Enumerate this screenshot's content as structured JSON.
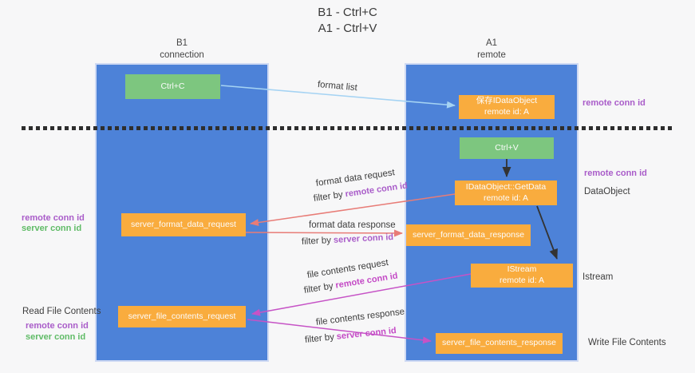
{
  "title": {
    "line1": "B1 - Ctrl+C",
    "line2": "A1 - Ctrl+V"
  },
  "lanes": {
    "left": {
      "name": "B1",
      "subtitle": "connection"
    },
    "right": {
      "name": "A1",
      "subtitle": "remote"
    }
  },
  "nodes": {
    "ctrl_c": {
      "label": "Ctrl+C"
    },
    "ctrl_v": {
      "label": "Ctrl+V"
    },
    "save_idataobject": {
      "line1": "保存IDataObject",
      "line2": "remote id: A"
    },
    "getdata": {
      "line1": "IDataObject::GetData",
      "line2": "remote id: A"
    },
    "istream": {
      "line1": "IStream",
      "line2": "remote id: A"
    },
    "format_request": {
      "label": "server_format_data_request"
    },
    "format_response": {
      "label": "server_format_data_response"
    },
    "file_request": {
      "label": "server_file_contents_request"
    },
    "file_response": {
      "label": "server_file_contents_response"
    }
  },
  "flow_labels": {
    "format_list": "format list",
    "format_data_request": "format data request",
    "format_data_response": "format data response",
    "file_contents_request": "file contents request",
    "file_contents_response": "file contents response",
    "filter_by": "filter by",
    "remote_conn_id": "remote conn id",
    "server_conn_id": "server conn id"
  },
  "side_labels": {
    "remote_conn_id_top_right": "remote conn id",
    "remote_conn_id_mid_right": "remote conn id",
    "dataobject": "DataObject",
    "istream": "Istream",
    "write_file_contents": "Write File Contents",
    "read_file_contents": "Read File Contents",
    "remote_conn_id_left_top": "remote conn id",
    "server_conn_id_left_top": "server conn id",
    "remote_conn_id_left_bottom": "remote conn id",
    "server_conn_id_left_bottom": "server conn id"
  },
  "colors": {
    "lane_blue": "#4d82d8",
    "node_orange": "#f9ac3e",
    "node_green": "#7dc67f",
    "arrow_light_blue": "#a5d3f3",
    "arrow_red": "#e87c77",
    "arrow_magenta": "#c653c6",
    "arrow_black": "#333333",
    "text_purple": "#a95cc9",
    "text_magenta": "#c44ac6",
    "text_green": "#5fbb66",
    "text_dark": "#3d3d3d"
  }
}
